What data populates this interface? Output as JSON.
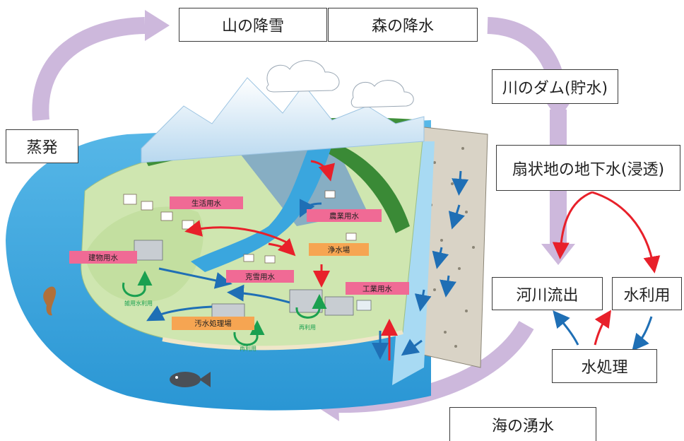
{
  "boxes": {
    "mountain_snow": "山の降雪",
    "forest_rain": "森の降水",
    "river_dam": "川のダム(貯水)",
    "alluvial_groundwater": "扇状地の地下水(浸透)",
    "river_outflow": "河川流出",
    "water_use": "水利用",
    "water_treatment": "水処理",
    "sea_spring": "海の湧水",
    "evaporation": "蒸発"
  },
  "tags": {
    "domestic_water": "生活用水",
    "agricultural_water": "農業用水",
    "building_water": "建物用水",
    "water_purification_plant": "浄水場",
    "snow_melting_water": "克雪用水",
    "industrial_water": "工業用水",
    "sewage_treatment_plant": "汚水処理場"
  },
  "small_labels": {
    "greywater_reuse": "雑用水利用",
    "reuse_1": "再利用",
    "reuse_2": "再利用"
  },
  "colors": {
    "cycle_arrow": "#cdb8dc",
    "red_arrow": "#e8202a",
    "blue_arrow": "#1f6fb5",
    "green_arrow": "#1aa050",
    "sea": "#3aa6de",
    "land": "#cfe6b0",
    "pink_tag": "#f06a95",
    "orange_tag": "#f6a552"
  }
}
